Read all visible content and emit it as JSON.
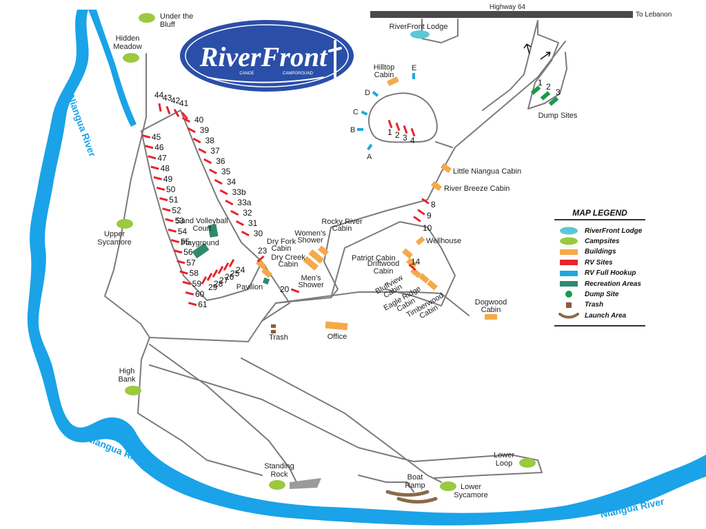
{
  "logo": {
    "text": "RiverFront",
    "sub_left": "CANOE",
    "sub_right": "CAMPGROUND"
  },
  "highway": {
    "name": "Highway 64",
    "to": "To Lebanon"
  },
  "lodge": "RiverFront Lodge",
  "rivers": [
    "Niangua River",
    "Niangua River",
    "Niangua River"
  ],
  "campsites": [
    {
      "id": "under-the-bluff",
      "lines": [
        "Under the",
        "Bluff"
      ]
    },
    {
      "id": "hidden-meadow",
      "lines": [
        "Hidden",
        "Meadow"
      ]
    },
    {
      "id": "upper-sycamore",
      "lines": [
        "Upper",
        "Sycamore"
      ]
    },
    {
      "id": "high-bank",
      "lines": [
        "High",
        "Bank"
      ]
    },
    {
      "id": "standing-rock",
      "lines": [
        "Standing",
        "Rock"
      ]
    },
    {
      "id": "lower-sycamore",
      "lines": [
        "Lower",
        "Sycamore"
      ]
    },
    {
      "id": "lower-loop",
      "lines": [
        "Lower",
        "Loop"
      ]
    }
  ],
  "buildings": [
    {
      "id": "hilltop-cabin",
      "lines": [
        "Hilltop",
        "Cabin"
      ]
    },
    {
      "id": "little-niangua-cabin",
      "lines": [
        "Little Niangua Cabin"
      ]
    },
    {
      "id": "river-breeze-cabin",
      "lines": [
        "River Breeze Cabin"
      ]
    },
    {
      "id": "wellhouse",
      "lines": [
        "Wellhouse"
      ]
    },
    {
      "id": "rocky-river-cabin",
      "lines": [
        "Rocky River",
        "Cabin"
      ]
    },
    {
      "id": "womens-shower",
      "lines": [
        "Women's",
        "Shower"
      ]
    },
    {
      "id": "mens-shower",
      "lines": [
        "Men's",
        "Shower"
      ]
    },
    {
      "id": "dry-fork-cabin",
      "lines": [
        "Dry Fork",
        "Cabin"
      ]
    },
    {
      "id": "dry-creek-cabin",
      "lines": [
        "Dry Creek",
        "Cabin"
      ]
    },
    {
      "id": "patriot-cabin",
      "lines": [
        "Patriot Cabin"
      ]
    },
    {
      "id": "driftwood-cabin",
      "lines": [
        "Driftwood",
        "Cabin"
      ]
    },
    {
      "id": "bluffview-cabin",
      "lines": [
        "Bluffview",
        "Cabin"
      ]
    },
    {
      "id": "eagle-ridge-cabin",
      "lines": [
        "Eagle Ridge",
        "Cabin"
      ]
    },
    {
      "id": "timberwood-cabin",
      "lines": [
        "Timberwood",
        "Cabin"
      ]
    },
    {
      "id": "dogwood-cabin",
      "lines": [
        "Dogwood",
        "Cabin"
      ]
    },
    {
      "id": "office",
      "lines": [
        "Office"
      ]
    }
  ],
  "recreation": [
    {
      "id": "sand-volleyball-court",
      "lines": [
        "Sand Volleyball",
        "Court"
      ]
    },
    {
      "id": "playground",
      "lines": [
        "Playground"
      ]
    },
    {
      "id": "pavilion",
      "lines": [
        "Pavilion"
      ]
    }
  ],
  "trash": "Trash",
  "boat_ramp": [
    "Boat",
    "Ramp"
  ],
  "dump_sites": {
    "label": "Dump Sites",
    "numbers": [
      "1",
      "2",
      "3"
    ]
  },
  "full_hookups": [
    "A",
    "B",
    "C",
    "D",
    "E"
  ],
  "rv_sites": {
    "left_column": [
      "45",
      "46",
      "47",
      "48",
      "49",
      "50",
      "51",
      "52",
      "53",
      "54",
      "55",
      "56",
      "57",
      "58",
      "59",
      "60",
      "61"
    ],
    "top_row": [
      "44",
      "43",
      "42",
      "41"
    ],
    "right_column": [
      "40",
      "39",
      "38",
      "37",
      "36",
      "35",
      "34",
      "33b",
      "33a",
      "32",
      "31",
      "30"
    ],
    "bottom_row": [
      "24",
      "25",
      "26",
      "27",
      "28",
      "29"
    ],
    "other": [
      "23",
      "20"
    ],
    "hilltop_loop": [
      "1",
      "2",
      "3",
      "4"
    ],
    "east": [
      "8",
      "9",
      "10"
    ],
    "cabin_loop": [
      "14"
    ]
  },
  "legend": {
    "title": "MAP LEGEND",
    "items": [
      {
        "label": "RiverFront Lodge",
        "icon": "lodge-oval",
        "color": "#5bc8d6"
      },
      {
        "label": "Campsites",
        "icon": "campsite-oval",
        "color": "#9bc93f"
      },
      {
        "label": "Buildings",
        "icon": "building-rect",
        "color": "#f5a94a"
      },
      {
        "label": "RV Sites",
        "icon": "rv-rect",
        "color": "#e8232a"
      },
      {
        "label": "RV Full Hookup",
        "icon": "hookup-rect",
        "color": "#1ea8e0"
      },
      {
        "label": "Recreation Areas",
        "icon": "recreation-rect",
        "color": "#2e8a6e"
      },
      {
        "label": "Dump Site",
        "icon": "dump-dot",
        "color": "#1a9a4a"
      },
      {
        "label": "Trash",
        "icon": "trash-square",
        "color": "#8a5a3b"
      },
      {
        "label": "Launch Area",
        "icon": "launch-canoe",
        "color": "#8a6a4a"
      }
    ]
  },
  "colors": {
    "river": "#1aa3e8",
    "road": "#7a7a7a",
    "rv_site": "#e8232a",
    "hookup": "#1ea8e0",
    "building": "#f5a94a",
    "campsite": "#9bc93f",
    "lodge": "#5bc8d6",
    "recreation": "#2e8a6e",
    "dump": "#1a9a4a",
    "logo_bg": "#2b4fa8"
  }
}
